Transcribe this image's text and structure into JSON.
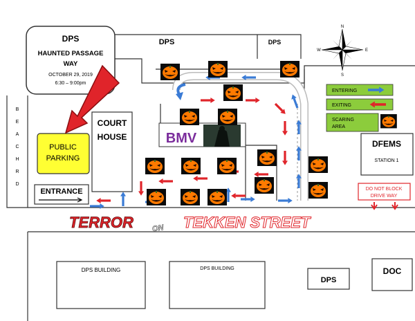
{
  "event": {
    "title_line1": "DPS",
    "title_line2": "HAUNTED PASSAGE",
    "title_line3": "WAY",
    "date": "OCTOBER 29, 2019",
    "time": "6:30 – 9:00pm"
  },
  "buildings": {
    "dps_top_left": "DPS",
    "dps_top_right": "DPS",
    "court_house_line1": "COURT",
    "court_house_line2": "HOUSE",
    "bmv": "BMV",
    "dfems": "DFEMS",
    "station": "STATION 1",
    "public_parking_line1": "PUBLIC",
    "public_parking_line2": "PARKING",
    "entrance": "ENTRANCE",
    "dps_building_left": "DPS BUILDING",
    "dps_building_mid": "DPS BUILDING",
    "dps_bottom": "DPS",
    "doc": "DOC"
  },
  "side_street": [
    "B",
    "E",
    "A",
    "C",
    "H",
    "R",
    "D"
  ],
  "street_banner": {
    "terror": "TERROR",
    "on": "ON",
    "tekken": "TEKKEN STREET"
  },
  "notice": {
    "line1": "DO NOT BLOCK",
    "line2": "DRIVE WAY"
  },
  "legend": {
    "entering": "ENTERING",
    "exiting": "EXITING",
    "scaring_line1": "SCARING",
    "scaring_line2": "AREA"
  },
  "compass": {
    "n": "N",
    "s": "S",
    "e": "E",
    "w": "W"
  },
  "colors": {
    "arrow_blue": "#3a7bd5",
    "arrow_red": "#e0242a",
    "legend_green": "#8ccc3c",
    "parking_yellow": "#ffff33",
    "bmv_purple": "#7b2d9c",
    "pumpkin_orange": "#ff8a00"
  }
}
